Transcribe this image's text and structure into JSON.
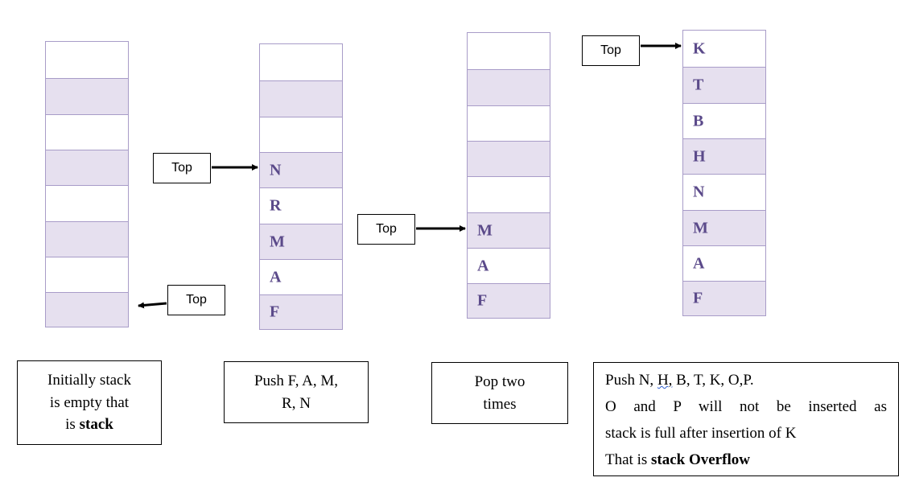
{
  "top_label": "Top",
  "stacks": [
    {
      "name": "initial",
      "values": [
        "",
        "",
        "",
        "",
        "",
        "",
        "",
        ""
      ]
    },
    {
      "name": "after-push",
      "values": [
        "",
        "",
        "",
        "N",
        "R",
        "M",
        "A",
        "F"
      ]
    },
    {
      "name": "after-pop",
      "values": [
        "",
        "",
        "",
        "",
        "",
        "M",
        "A",
        "F"
      ]
    },
    {
      "name": "overflow",
      "values": [
        "K",
        "T",
        "B",
        "H",
        "N",
        "M",
        "A",
        "F"
      ]
    }
  ],
  "captions": {
    "c1": {
      "line1": "Initially stack",
      "line2": "is empty that",
      "line3_pre": "is ",
      "line3_bold": "stack"
    },
    "c2": {
      "line1": "Push F, A, M,",
      "line2": "R, N"
    },
    "c3": {
      "line1": "Pop two",
      "line2": "times"
    },
    "c4": {
      "line1_pre": "Push N, ",
      "line1_wavy": "H,",
      "line1_post": " B, T, K, O,P.",
      "line2": "O and P will not be inserted as",
      "line3": "stack is full after insertion of K",
      "line4_pre": "That is ",
      "line4_bold": "stack Overflow"
    }
  },
  "colors": {
    "cell_shaded": "#e6e0ef",
    "cell_border": "#a89cc8",
    "value_text": "#5b4a8a"
  }
}
